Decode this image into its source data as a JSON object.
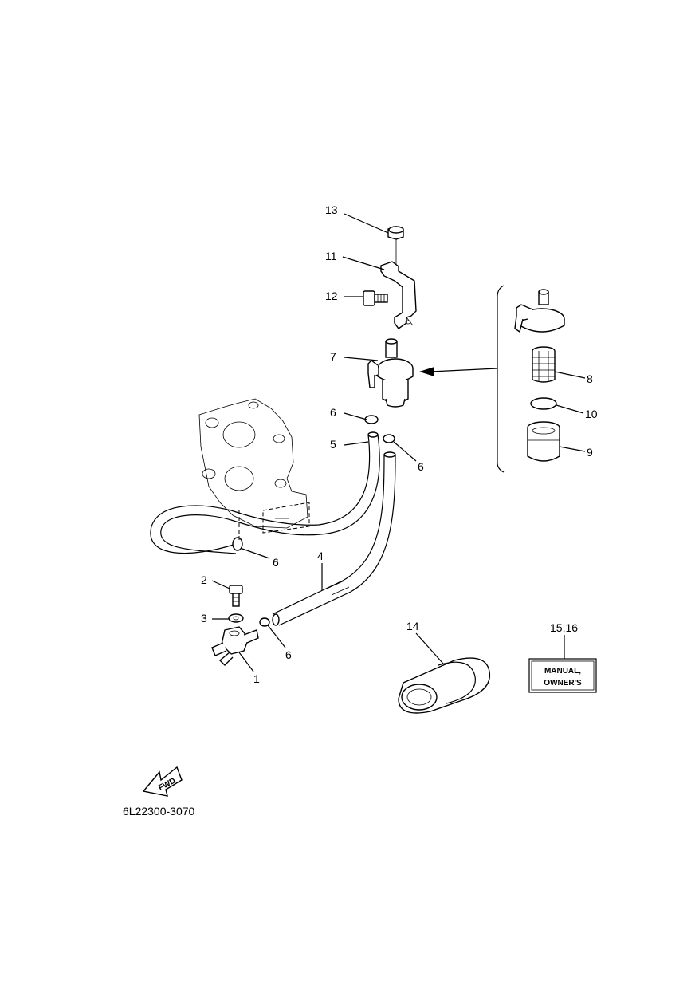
{
  "callouts": {
    "c1": "1",
    "c2": "2",
    "c3": "3",
    "c4": "4",
    "c5": "5",
    "c6a": "6",
    "c6b": "6",
    "c6c": "6",
    "c6d": "6",
    "c7": "7",
    "c8": "8",
    "c9": "9",
    "c10": "10",
    "c11": "11",
    "c12": "12",
    "c13": "13",
    "c14": "14",
    "c1516": "15,16"
  },
  "manual_label": {
    "line1": "MANUAL,",
    "line2": "OWNER'S"
  },
  "fwd_label": "FWD",
  "diagram_code": "6L22300-3070"
}
